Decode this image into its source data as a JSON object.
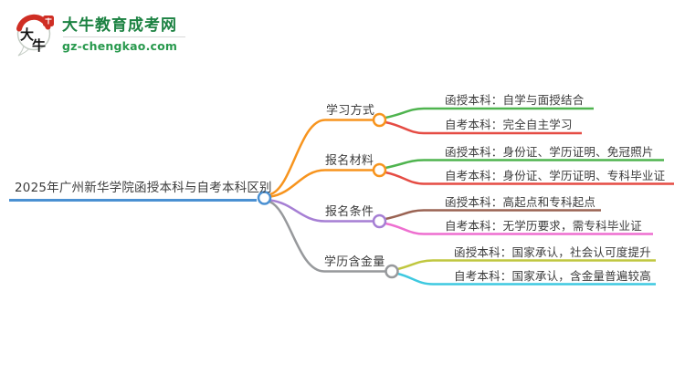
{
  "brand": {
    "name": "大牛教育成考网",
    "url": "gz-chengkao.com",
    "logo_characters": {
      "top": "大",
      "bottom": "牛"
    }
  },
  "colors": {
    "root_blue": "#4a90d2",
    "brand_green": "#1c8242",
    "brand_url_green": "#28994d",
    "logo_red": "#cf2e24",
    "text": "#3c3c3c"
  },
  "mindmap": {
    "root": {
      "label": "2025年广州新华学院函授本科与自考本科区别",
      "color": "#4a90d2"
    },
    "branches": [
      {
        "label": "学习方式",
        "color": "#f7941e",
        "children": [
          {
            "label": "函授本科：自学与面授结合",
            "color": "#4fb44f"
          },
          {
            "label": "自考本科：完全自主学习",
            "color": "#e54c44"
          }
        ]
      },
      {
        "label": "报名材料",
        "color": "#f7941e",
        "children": [
          {
            "label": "函授本科：身份证、学历证明、免冠照片",
            "color": "#4fb44f"
          },
          {
            "label": "自考本科：身份证、学历证明、专科毕业证",
            "color": "#e54c44"
          }
        ]
      },
      {
        "label": "报名条件",
        "color": "#a67fd4",
        "children": [
          {
            "label": "函授本科：高起点和专科起点",
            "color": "#9a6353"
          },
          {
            "label": "自考本科：无学历要求，需专科毕业证",
            "color": "#ee6fd0"
          }
        ]
      },
      {
        "label": "学历含金量",
        "color": "#97999c",
        "children": [
          {
            "label": "函授本科：国家承认，社会认可度提升",
            "color": "#c0c73f"
          },
          {
            "label": "自考本科：国家承认，含金量普遍较高",
            "color": "#3ec9e0"
          }
        ]
      }
    ]
  }
}
